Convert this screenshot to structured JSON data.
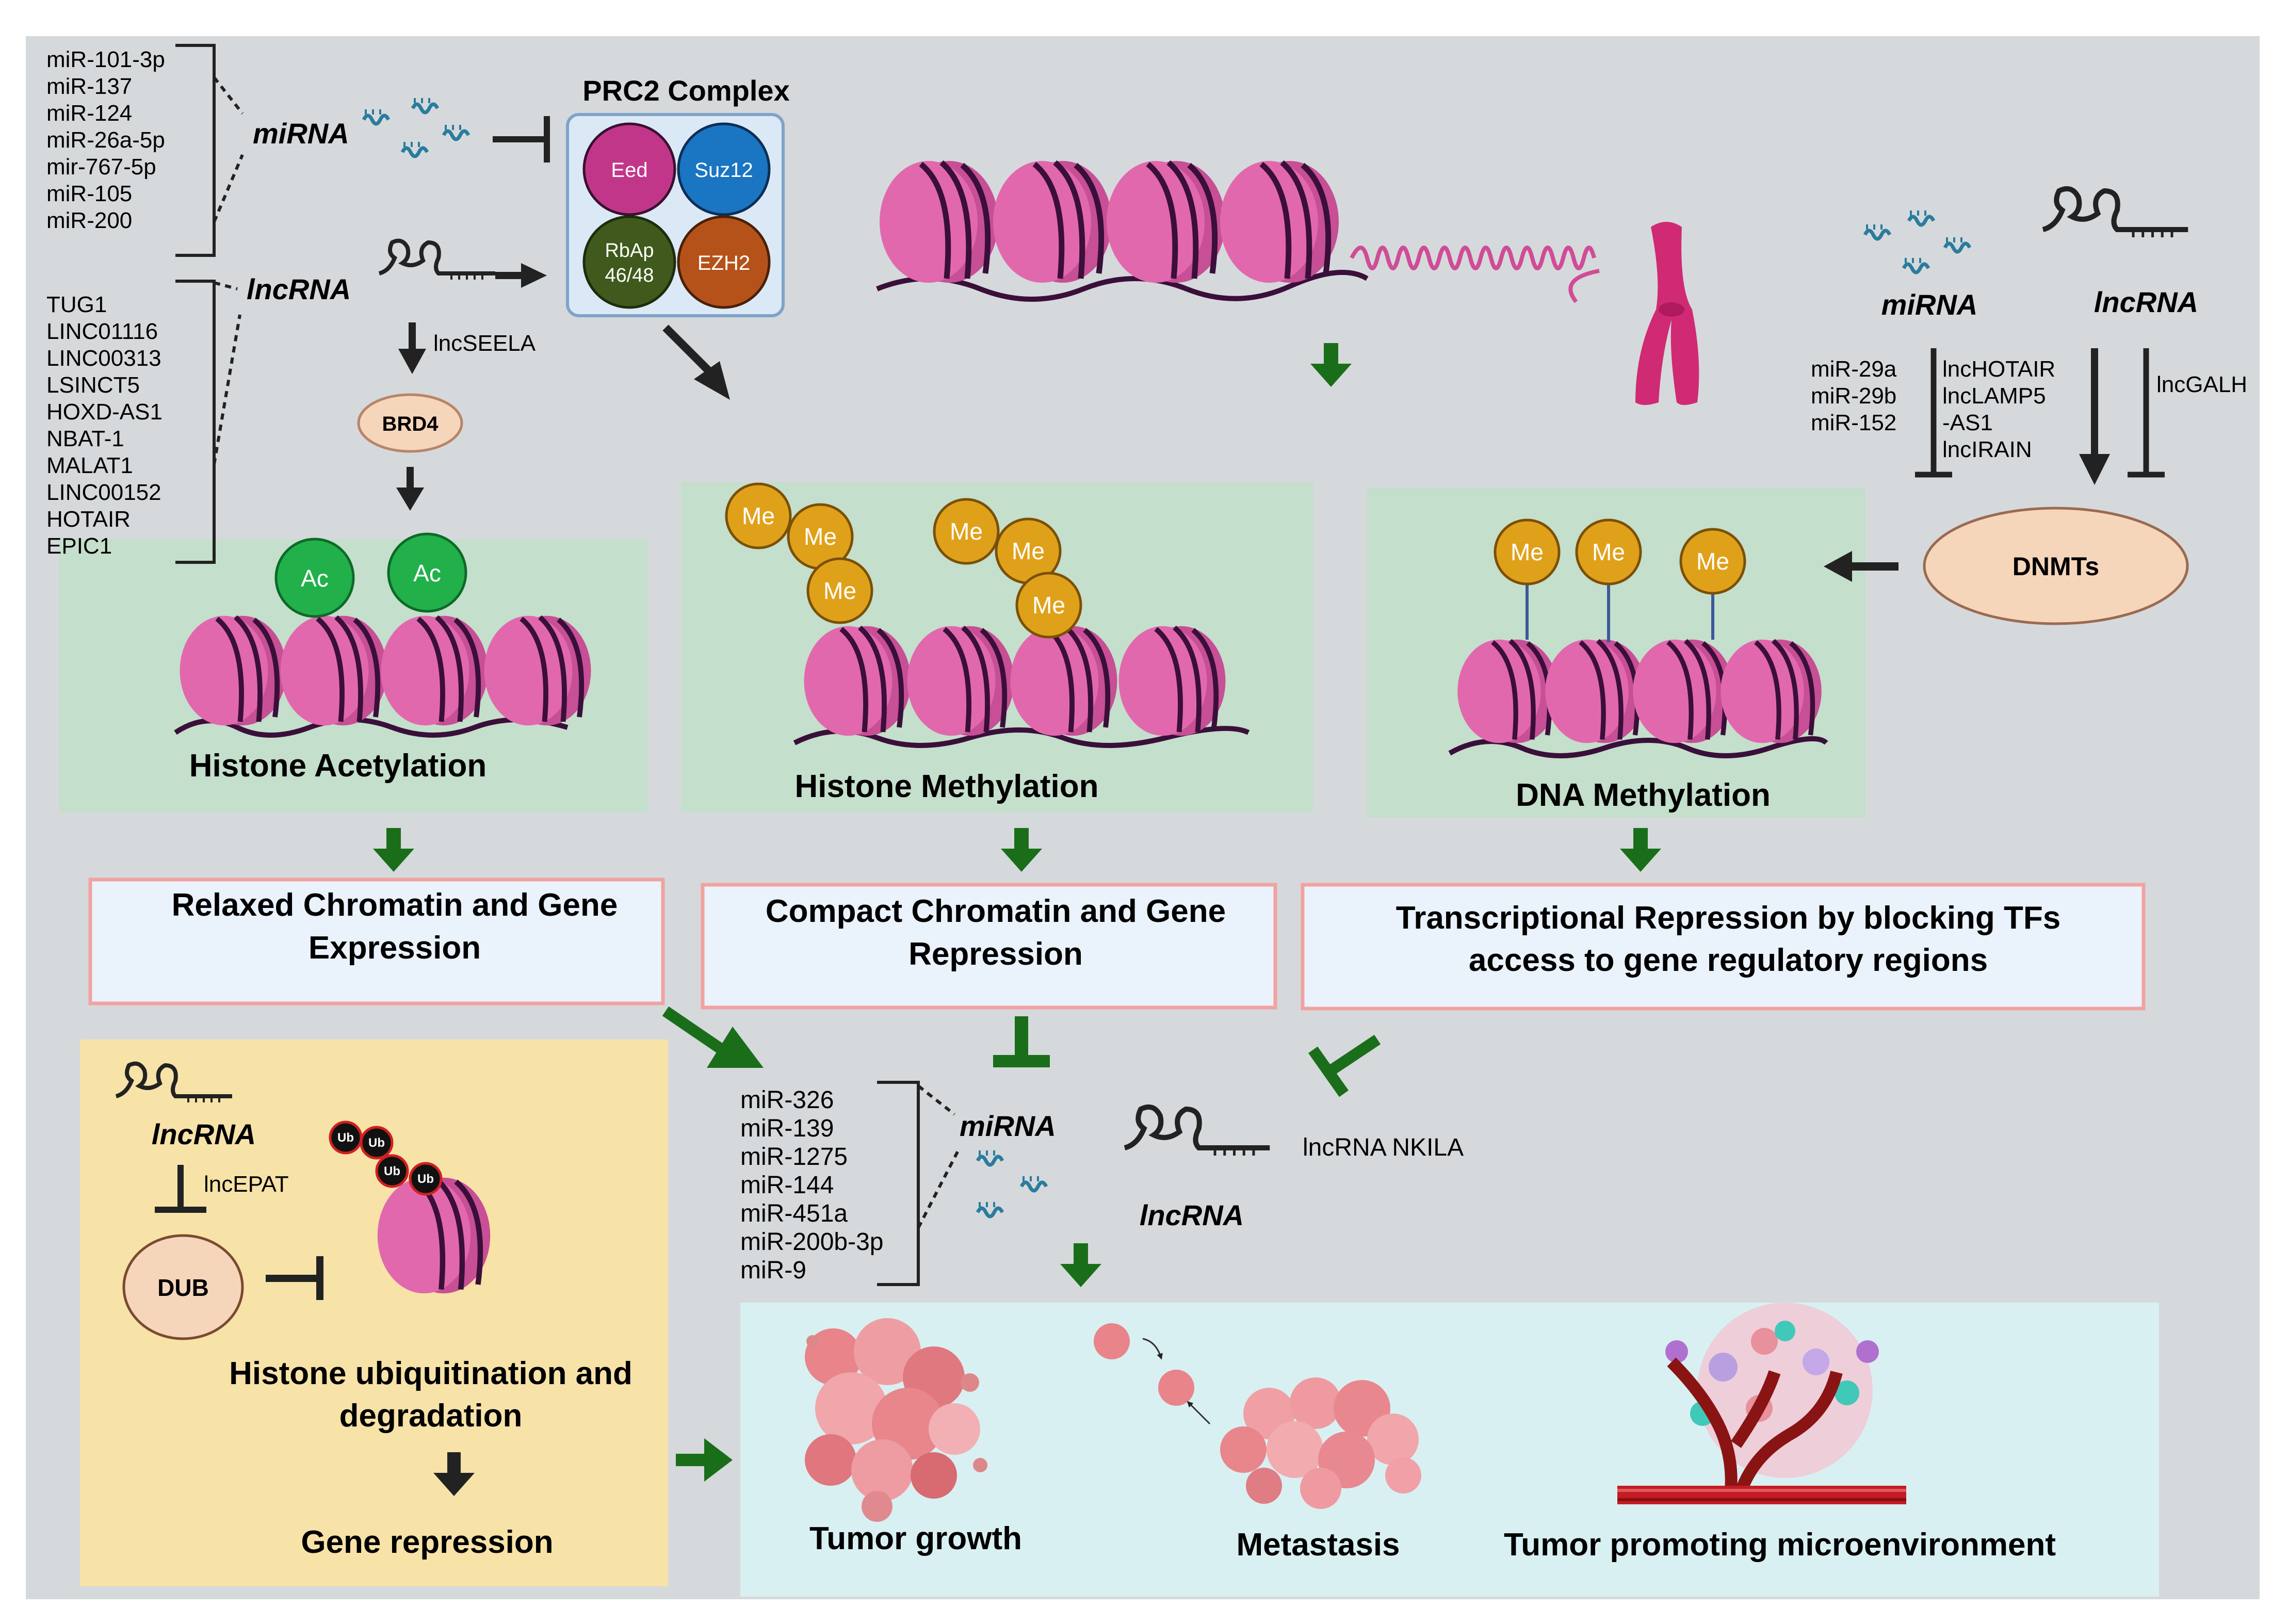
{
  "prc2": {
    "title": "PRC2 Complex",
    "subunits": [
      "Eed",
      "Suz12",
      "RbAp",
      "46/48",
      "EZH2"
    ]
  },
  "left_mirna": {
    "label": "miRNA",
    "items": [
      "miR-101-3p",
      "miR-137",
      "miR-124",
      "miR-26a-5p",
      "mir-767-5p",
      "miR-105",
      "miR-200"
    ]
  },
  "left_lncrna": {
    "label": "lncRNA",
    "items": [
      "TUG1",
      "LINC01116",
      "LINC00313",
      "LSINCT5",
      "HOXD-AS1",
      "NBAT-1",
      "MALAT1",
      "LINC00152",
      "HOTAIR",
      "EPIC1"
    ]
  },
  "brd4": {
    "via": "lncSEELA",
    "label": "BRD4"
  },
  "acetylation": {
    "mark": "Ac",
    "title": "Histone Acetylation"
  },
  "histone_methylation": {
    "mark": "Me",
    "title": "Histone Methylation"
  },
  "dna_methylation": {
    "mark": "Me",
    "title": "DNA Methylation"
  },
  "dnmt": {
    "mirna_label": "miRNA",
    "lncrna_label": "lncRNA",
    "mirna_items": [
      "miR-29a",
      "miR-29b",
      "miR-152"
    ],
    "lncrna_items": [
      "lncHOTAIR",
      "lncLAMP5",
      "-AS1",
      "lncIRAIN"
    ],
    "lncgalh": "lncGALH",
    "label": "DNMTs"
  },
  "outcomes": {
    "relaxed": [
      "Relaxed Chromatin and Gene",
      "Expression"
    ],
    "compact": [
      "Compact Chromatin and Gene",
      "Repression"
    ],
    "transcriptional": [
      "Transcriptional Repression by blocking TFs",
      "access to gene regulatory regions"
    ]
  },
  "ubiquitination": {
    "lncrna_label": "lncRNA",
    "via": "lncEPAT",
    "dub": "DUB",
    "ub": "Ub",
    "title": [
      "Histone ubiquitination and",
      "degradation"
    ],
    "result": "Gene repression"
  },
  "bottom_mirna": {
    "label": "miRNA",
    "items": [
      "miR-326",
      "miR-139",
      "miR-1275",
      "miR-144",
      "miR-451a",
      "miR-200b-3p",
      "miR-9"
    ],
    "lncrna_label": "lncRNA",
    "nkila": "lncRNA NKILA"
  },
  "tumor": {
    "growth": "Tumor growth",
    "metastasis": "Metastasis",
    "microenvironment": "Tumor promoting microenvironment"
  },
  "colors": {
    "background": "#d5d9db",
    "green_panel": "#c4dfcb",
    "yellow_panel": "#f7e2a8",
    "cyan_panel": "#d9f0f2",
    "nucleosome": "#e268ae",
    "arrow_green": "#1a6e1a",
    "eed": "#c2368a",
    "suz12": "#1a75c2",
    "rbap": "#3f5a1c",
    "ezh2": "#b5521a",
    "ac": "#22b04b",
    "me": "#e0a11a"
  }
}
